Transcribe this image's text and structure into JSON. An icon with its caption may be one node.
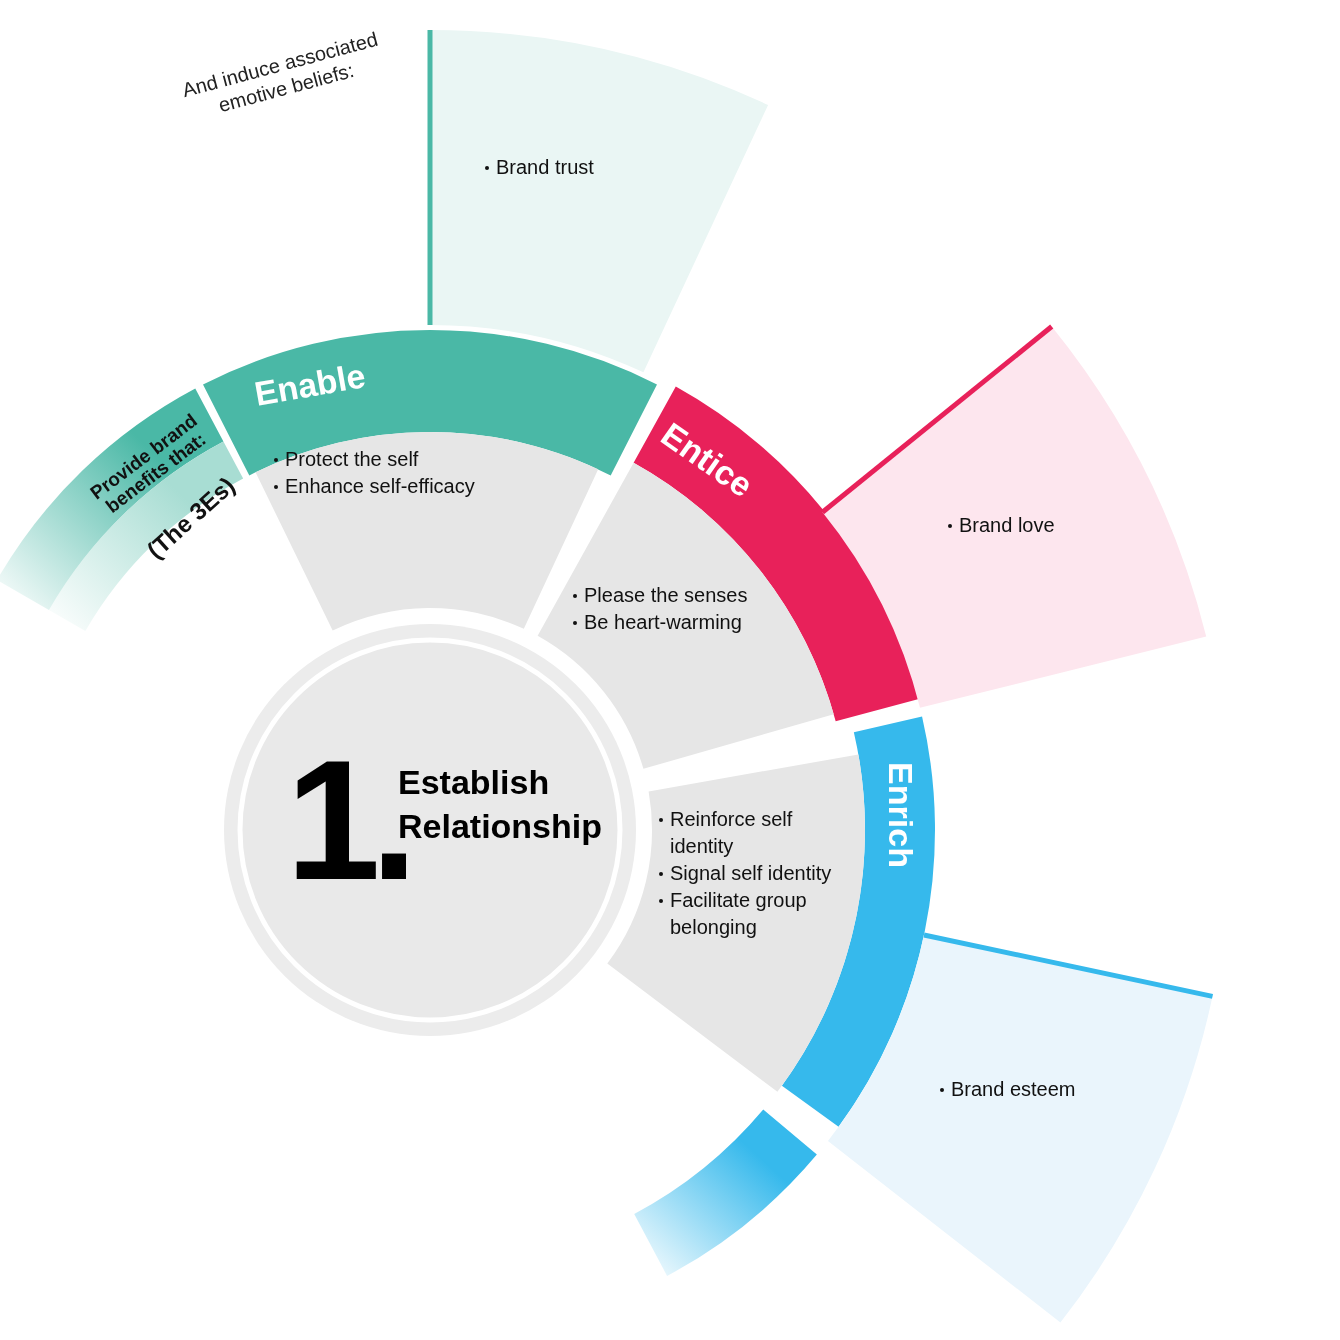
{
  "diagram": {
    "nodes": [
      {
        "text": [
          "1.",
          "Establish Relationship"
        ]
      },
      {
        "text": [
          "Provide brand benefits that:"
        ]
      },
      {
        "text": [
          "(The 3Es)"
        ]
      },
      {
        "text": [
          "Enable"
        ]
      },
      {
        "text": [
          "Protect the self",
          "Enhance self-efficacy"
        ]
      },
      {
        "text": [
          "Entice"
        ]
      },
      {
        "text": [
          "Please the senses",
          "Be heart-warming"
        ]
      },
      {
        "text": [
          "Enrich"
        ]
      },
      {
        "text": [
          "Reinforce self identity",
          "Signal self identity",
          "Facilitate group belonging"
        ]
      },
      {
        "text": [
          "Brand trust"
        ]
      },
      {
        "text": [
          "Brand love"
        ]
      },
      {
        "text": [
          "Brand esteem"
        ]
      },
      {
        "text": [],
        "shape": "bar"
      }
    ],
    "labels": [
      "And induce associated emotive beliefs:"
    ]
  }
}
